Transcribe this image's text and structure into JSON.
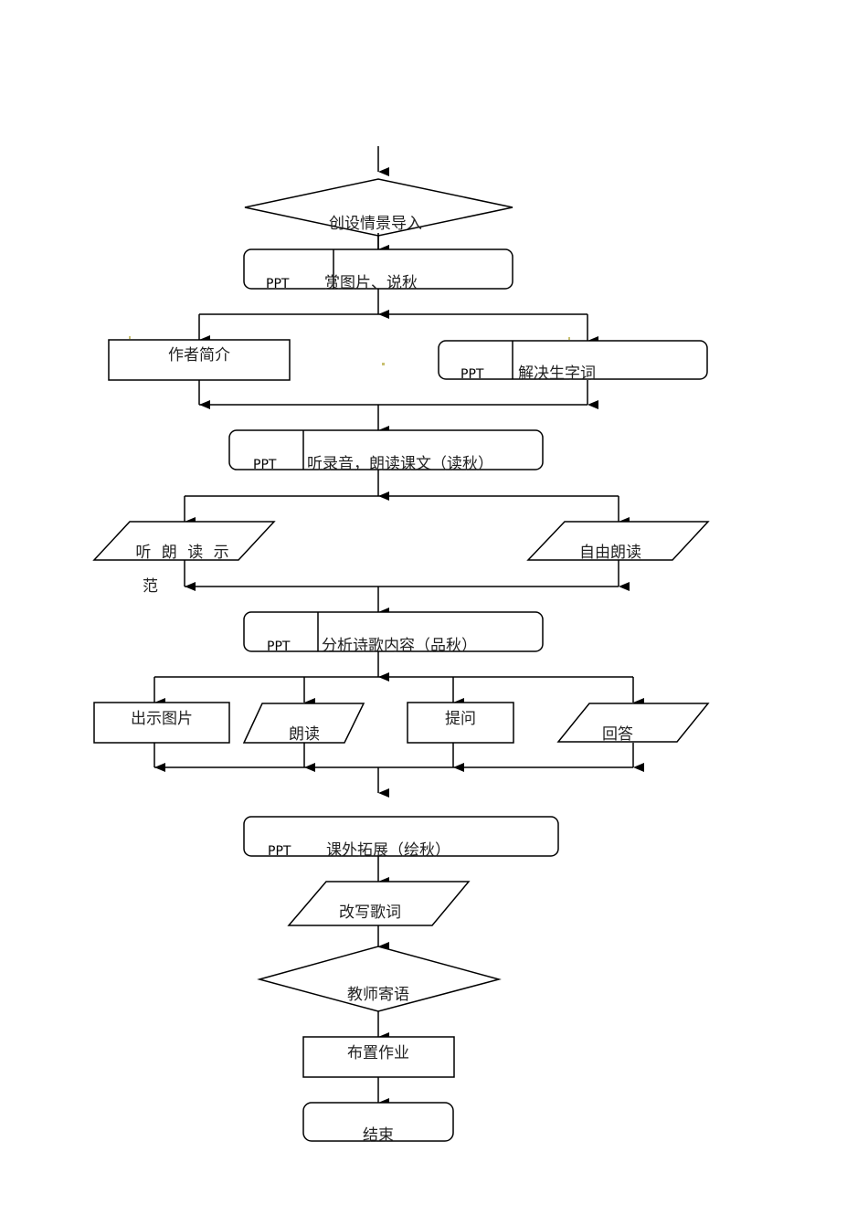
{
  "flowchart": {
    "title": "",
    "ppt_label": "PPT",
    "nodes": {
      "intro": "创设情景导入",
      "appreciate": "赏图片、说秋",
      "author": "作者简介",
      "vocab": "解决生字词",
      "listen": "听录音，朗读课文（读秋）",
      "model_read_1": "听 朗 读 示",
      "model_read_2": "范",
      "free_read": "自由朗读",
      "analyze": "分析诗歌内容（品秋）",
      "show_pic": "出示图片",
      "read": "朗读",
      "ask": "提问",
      "answer": "回答",
      "extend": "课外拓展（绘秋）",
      "rewrite": "改写歌词",
      "teacher_words": "教师寄语",
      "homework": "布置作业",
      "end": "结束"
    }
  }
}
